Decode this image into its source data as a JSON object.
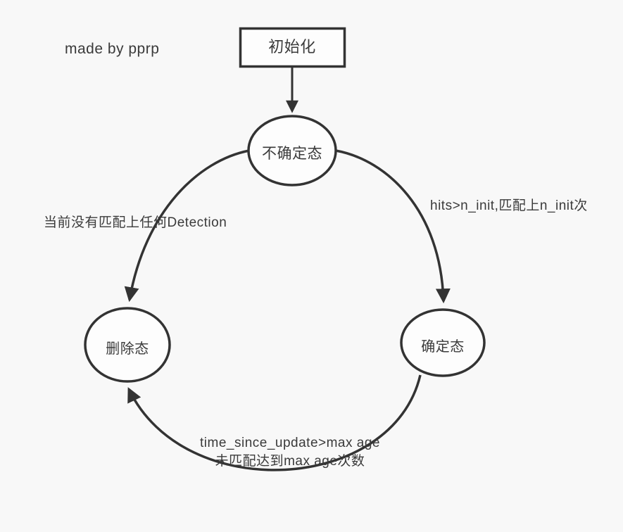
{
  "diagram": {
    "title_hint": "object tracking state machine",
    "credit": "made by pprp",
    "colors": {
      "background": "#f8f8f8",
      "node_fill": "#fdfdfd",
      "stroke": "#333333",
      "text": "#3a3a3a"
    },
    "nodes": {
      "init": {
        "label": "初始化",
        "shape": "rectangle"
      },
      "tentative": {
        "label": "不确定态",
        "shape": "ellipse"
      },
      "deleted": {
        "label": "删除态",
        "shape": "ellipse"
      },
      "confirmed": {
        "label": "确定态",
        "shape": "ellipse"
      }
    },
    "edges": {
      "init_to_tentative": {
        "from": "初始化",
        "to": "不确定态",
        "label": ""
      },
      "tentative_to_deleted": {
        "from": "不确定态",
        "to": "删除态",
        "label": "当前没有匹配上任何Detection"
      },
      "tentative_to_confirmed": {
        "from": "不确定态",
        "to": "确定态",
        "label": "hits>n_init,匹配上n_init次"
      },
      "confirmed_to_deleted": {
        "from": "确定态",
        "to": "删除态",
        "label_line1": "time_since_update>max age",
        "label_line2": "未匹配达到max age次数"
      }
    }
  }
}
